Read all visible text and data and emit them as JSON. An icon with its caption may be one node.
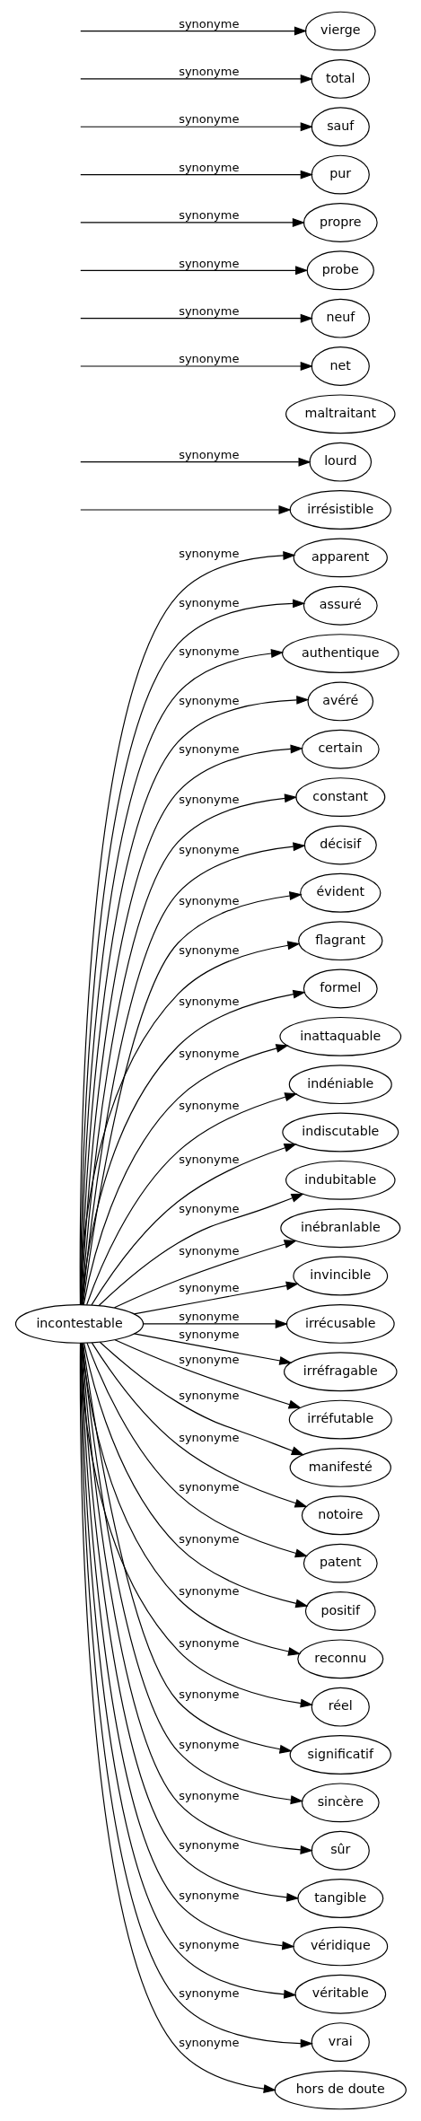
{
  "diagram": {
    "nodes": [
      {
        "text": [
          "incontestable"
        ]
      },
      {
        "text": [
          "apparent"
        ]
      },
      {
        "text": [
          "assuré"
        ]
      },
      {
        "text": [
          "authentique"
        ]
      },
      {
        "text": [
          "avéré"
        ]
      },
      {
        "text": [
          "certain"
        ]
      },
      {
        "text": [
          "constant"
        ]
      },
      {
        "text": [
          "décisif"
        ]
      },
      {
        "text": [
          "évident"
        ]
      },
      {
        "text": [
          "flagrant"
        ]
      },
      {
        "text": [
          "formel"
        ]
      },
      {
        "text": [
          "inattaquable"
        ]
      },
      {
        "text": [
          "indéniable"
        ]
      },
      {
        "text": [
          "indiscutable"
        ]
      },
      {
        "text": [
          "indubitable"
        ]
      },
      {
        "text": [
          "inébranlable"
        ]
      },
      {
        "text": [
          "invincible"
        ]
      },
      {
        "text": [
          "irrécusable"
        ]
      },
      {
        "text": [
          "irréfragable"
        ]
      },
      {
        "text": [
          "irréfutable"
        ]
      },
      {
        "text": [
          "manifesté"
        ]
      },
      {
        "text": [
          "notoire"
        ]
      },
      {
        "text": [
          "patent"
        ]
      },
      {
        "text": [
          "positif"
        ]
      },
      {
        "text": [
          "reconnu"
        ]
      },
      {
        "text": [
          "réel"
        ]
      },
      {
        "text": [
          "significatif"
        ]
      },
      {
        "text": [
          "sincère"
        ]
      },
      {
        "text": [
          "sûr"
        ]
      },
      {
        "text": [
          "tangible"
        ]
      },
      {
        "text": [
          "véridique"
        ]
      },
      {
        "text": [
          "véritable"
        ]
      },
      {
        "text": [
          "vrai"
        ]
      },
      {
        "text": [
          "hors de doute"
        ]
      },
      {
        "text": [
          "irrésistible"
        ]
      },
      {
        "text": [
          "lourd"
        ]
      },
      {
        "text": [
          "maltraitant"
        ]
      },
      {
        "text": [
          "net"
        ]
      },
      {
        "text": [
          "neuf"
        ]
      },
      {
        "text": [
          "probe"
        ]
      },
      {
        "text": [
          "propre"
        ]
      },
      {
        "text": [
          "pur"
        ]
      },
      {
        "text": [
          "sauf"
        ]
      },
      {
        "text": [
          "total"
        ]
      },
      {
        "text": [
          "vierge"
        ]
      }
    ],
    "edges": [
      {
        "from": 0,
        "to": 1,
        "arrow": "to",
        "label": "synonyme"
      },
      {
        "from": 0,
        "to": 2,
        "arrow": "to",
        "label": "synonyme"
      },
      {
        "from": 0,
        "to": 3,
        "arrow": "to",
        "label": "synonyme"
      },
      {
        "from": 0,
        "to": 4,
        "arrow": "to",
        "label": "synonyme"
      },
      {
        "from": 0,
        "to": 5,
        "arrow": "to",
        "label": "synonyme"
      },
      {
        "from": 0,
        "to": 6,
        "arrow": "to",
        "label": "synonyme"
      },
      {
        "from": 0,
        "to": 7,
        "arrow": "to",
        "label": "synonyme"
      },
      {
        "from": 0,
        "to": 8,
        "arrow": "to",
        "label": "synonyme"
      },
      {
        "from": 0,
        "to": 9,
        "arrow": "to",
        "label": "synonyme"
      },
      {
        "from": 0,
        "to": 10,
        "arrow": "to",
        "label": "synonyme"
      },
      {
        "from": 0,
        "to": 11,
        "arrow": "to",
        "label": "synonyme"
      },
      {
        "from": 0,
        "to": 12,
        "arrow": "to",
        "label": "synonyme"
      },
      {
        "from": 0,
        "to": 13,
        "arrow": "to",
        "label": "synonyme"
      },
      {
        "from": 0,
        "to": 14,
        "arrow": "to",
        "label": "synonyme"
      },
      {
        "from": 0,
        "to": 15,
        "arrow": "to",
        "label": "synonyme"
      },
      {
        "from": 0,
        "to": 16,
        "arrow": "to",
        "label": "synonyme"
      },
      {
        "from": 0,
        "to": 17,
        "arrow": "to",
        "label": "synonyme"
      },
      {
        "from": 0,
        "to": 18,
        "arrow": "to",
        "label": "synonyme"
      },
      {
        "from": 0,
        "to": 19,
        "arrow": "to",
        "label": "synonyme"
      },
      {
        "from": 0,
        "to": 20,
        "arrow": "to",
        "label": "synonyme"
      },
      {
        "from": 0,
        "to": 21,
        "arrow": "to",
        "label": "synonyme"
      },
      {
        "from": 0,
        "to": 22,
        "arrow": "to",
        "label": "synonyme"
      },
      {
        "from": 0,
        "to": 23,
        "arrow": "to",
        "label": "synonyme"
      },
      {
        "from": 0,
        "to": 24,
        "arrow": "to",
        "label": "synonyme"
      },
      {
        "from": 0,
        "to": 25,
        "arrow": "to",
        "label": "synonyme"
      },
      {
        "from": 0,
        "to": 26,
        "arrow": "to",
        "label": "synonyme"
      },
      {
        "from": 0,
        "to": 27,
        "arrow": "to",
        "label": "synonyme"
      },
      {
        "from": 0,
        "to": 28,
        "arrow": "to",
        "label": "synonyme"
      },
      {
        "from": 0,
        "to": 29,
        "arrow": "to",
        "label": "synonyme"
      },
      {
        "from": 0,
        "to": 30,
        "arrow": "to",
        "label": "synonyme"
      },
      {
        "from": 0,
        "to": 31,
        "arrow": "to",
        "label": "synonyme"
      },
      {
        "from": 0,
        "to": 32,
        "arrow": "to",
        "label": "synonyme"
      },
      {
        "from": 0,
        "to": 33,
        "arrow": "to",
        "label": "synonyme"
      },
      {
        "from": null,
        "to": 34,
        "arrow": "to"
      },
      {
        "from": null,
        "to": 35,
        "arrow": "to",
        "label": "synonyme"
      },
      {
        "from": null,
        "to": 37,
        "arrow": "to",
        "label": "synonyme"
      },
      {
        "from": null,
        "to": 38,
        "arrow": "to",
        "label": "synonyme"
      },
      {
        "from": null,
        "to": 39,
        "arrow": "to",
        "label": "synonyme"
      },
      {
        "from": null,
        "to": 40,
        "arrow": "to",
        "label": "synonyme"
      },
      {
        "from": null,
        "to": 41,
        "arrow": "to",
        "label": "synonyme"
      },
      {
        "from": null,
        "to": 42,
        "arrow": "to",
        "label": "synonyme"
      },
      {
        "from": null,
        "to": 43,
        "arrow": "to",
        "label": "synonyme"
      },
      {
        "from": null,
        "to": 44,
        "arrow": "to",
        "label": "synonyme"
      }
    ]
  }
}
